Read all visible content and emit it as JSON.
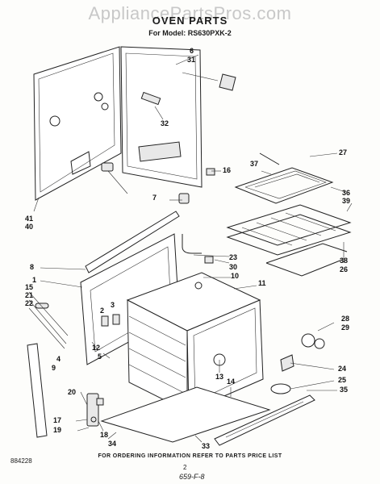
{
  "watermark": "AppliancePartsPros.com",
  "header": {
    "title": "OVEN PARTS",
    "model": "For Model: RS630PXK-2"
  },
  "footer": {
    "note": "FOR ORDERING INFORMATION REFER TO PARTS PRICE LIST",
    "page": "2",
    "code": "884228",
    "handwritten": "659-F-8"
  },
  "callouts": [
    "1",
    "2",
    "3",
    "4",
    "5",
    "6",
    "7",
    "8",
    "9",
    "10",
    "11",
    "12",
    "13",
    "14",
    "15",
    "16",
    "17",
    "18",
    "19",
    "20",
    "21",
    "22",
    "23",
    "24",
    "25",
    "26",
    "27",
    "28",
    "29",
    "30",
    "31",
    "32",
    "33",
    "34",
    "35",
    "36",
    "37",
    "38",
    "39",
    "40",
    "41"
  ]
}
